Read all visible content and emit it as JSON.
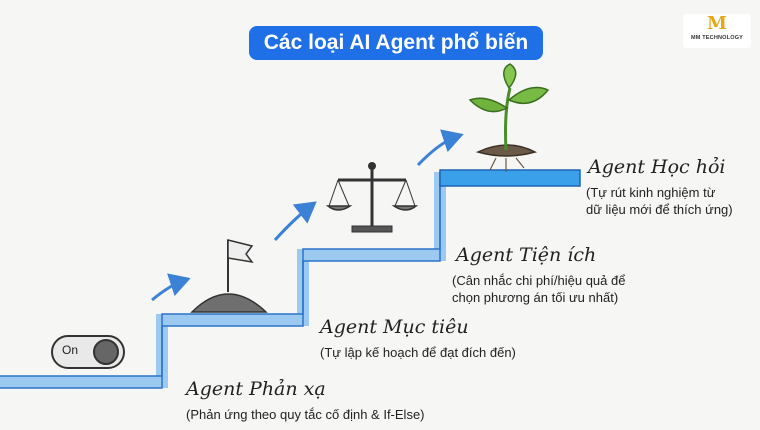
{
  "title": "Các loại AI Agent phổ biến",
  "logo": {
    "text": "MM TECHNOLOGY",
    "mark": "M"
  },
  "steps": [
    {
      "label": "Agent Phản xạ",
      "description": "(Phản ứng theo quy tắc cố định & If-Else)",
      "icon": "on-switch-icon"
    },
    {
      "label": "Agent Mục tiêu",
      "description": "(Tự lập kế hoạch để đạt đích đến)",
      "icon": "flag-icon"
    },
    {
      "label": "Agent Tiện ích",
      "description_lines": [
        "(Cân nhắc chi phí/hiệu quả để",
        "chọn phương án tối ưu nhất)"
      ],
      "icon": "scales-icon"
    },
    {
      "label": "Agent Học hỏi",
      "description_lines": [
        "(Tự rút kinh nghiệm từ",
        "dữ liệu mới để thích ứng)"
      ],
      "icon": "sprout-icon"
    }
  ],
  "switch_label": "On",
  "colors": {
    "title_bg": "#1f6fe6",
    "stair_fill": "#8fc3ee",
    "stair_stroke": "#2b74c8",
    "top_step": "#3aa0ea",
    "arrow": "#3b82d6"
  }
}
